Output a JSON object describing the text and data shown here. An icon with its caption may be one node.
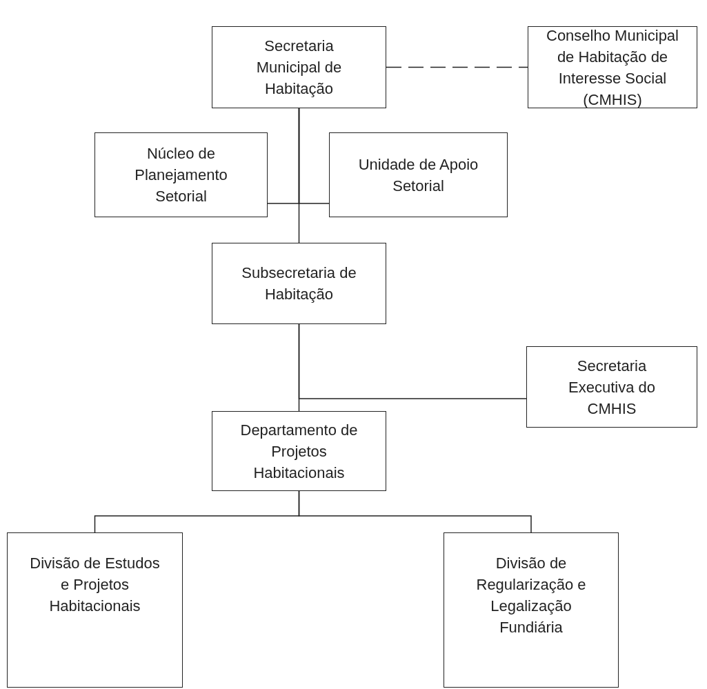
{
  "diagram": {
    "nodes": [
      {
        "text": [
          "Secretaria Municipal de Habitação"
        ]
      },
      {
        "text": [
          "Conselho Municipal de Habitação de Interesse Social (CMHIS)"
        ]
      },
      {
        "text": [
          "Núcleo de Planejamento Setorial"
        ]
      },
      {
        "text": [
          "Unidade de Apoio Setorial"
        ]
      },
      {
        "text": [
          "Subsecretaria de Habitação"
        ]
      },
      {
        "text": [
          "Secretaria Executiva do CMHIS"
        ]
      },
      {
        "text": [
          "Departamento de Projetos Habitacionais"
        ]
      },
      {
        "text": [
          "Divisão de Estudos e Projetos Habitacionais"
        ]
      },
      {
        "text": [
          "Divisão de Regularização e Legalização Fundiária"
        ]
      }
    ],
    "edges": [
      {
        "from": 0,
        "to": 1,
        "arrow": "none",
        "style": "dashed"
      },
      {
        "from": 0,
        "to": 2,
        "arrow": "none"
      },
      {
        "from": 0,
        "to": 3,
        "arrow": "none"
      },
      {
        "from": 0,
        "to": 4,
        "arrow": "none"
      },
      {
        "from": 4,
        "to": 5,
        "arrow": "none"
      },
      {
        "from": 4,
        "to": 6,
        "arrow": "none"
      },
      {
        "from": 6,
        "to": 7,
        "arrow": "none"
      },
      {
        "from": 6,
        "to": 8,
        "arrow": "none"
      }
    ]
  }
}
